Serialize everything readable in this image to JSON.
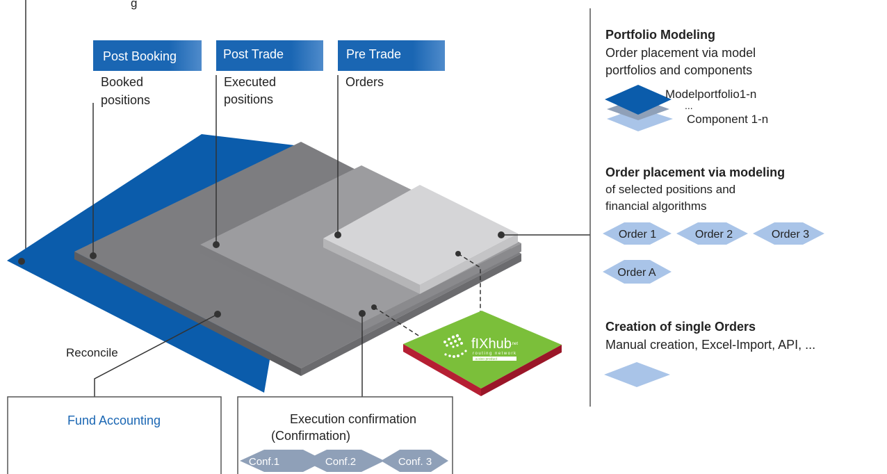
{
  "tags": {
    "post_booking": "Post Booking",
    "post_trade": "Post Trade",
    "pre_trade": "Pre Trade"
  },
  "captions": {
    "booked_positions": [
      "Booked",
      "positions"
    ],
    "executed_positions": [
      "Executed",
      "positions"
    ],
    "orders": "Orders",
    "reconcile": "Reconcile",
    "top_left_fragment": "g"
  },
  "fund_accounting": "Fund Accounting",
  "execution": {
    "title": [
      "Execution confirmation",
      "(Confirmation)"
    ],
    "confs": [
      "Conf.1",
      "Conf.2",
      "Conf. 3"
    ]
  },
  "fixhub": {
    "logo": "fIXhub",
    "suffix": ".net",
    "subtitle": "routing network",
    "tagline": "a sixo product"
  },
  "panel": {
    "portfolio_modeling": {
      "title": "Portfolio Modeling",
      "desc": [
        "Order placement via model",
        "portfolios and components"
      ],
      "model_label": "Modelportfolio1-n",
      "ellipsis": "...",
      "component_label": "Component 1-n"
    },
    "order_modeling": {
      "title": "Order placement via modeling",
      "desc": [
        "of selected positions and",
        "financial algorithms"
      ],
      "orders": [
        "Order 1",
        "Order 2",
        "Order 3",
        "Order A"
      ]
    },
    "single_orders": {
      "title": "Creation of single Orders",
      "desc": "Manual creation, Excel-Import, API, ..."
    }
  },
  "colors": {
    "brand_blue": "#0b5cab",
    "tag_blue": "#1a66b3",
    "light_blue_diamond": "#a9c4e8",
    "gray_diamond": "#8fa0b8",
    "green": "#7bbf3a",
    "red": "#b51f33"
  }
}
